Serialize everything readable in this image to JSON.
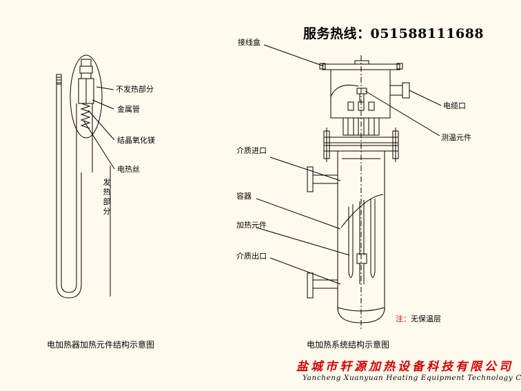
{
  "header": {
    "hotline": "服务热线：051588111688"
  },
  "left_diagram": {
    "labels": {
      "non_heating_part": "不发热部分",
      "metal_tube": "金属管",
      "crystal_mgo": "结晶氧化镁",
      "heating_wire": "电热丝",
      "heating_part": "发热部分"
    },
    "caption": "电加热器加热元件结构示意图"
  },
  "right_diagram": {
    "labels": {
      "junction_box": "接线盒",
      "cable_outlet": "电缆口",
      "temp_element": "测温元件",
      "medium_inlet": "介质进口",
      "vessel": "容器",
      "heating_element": "加热元件",
      "medium_outlet": "介质出口"
    },
    "note_prefix": "注：",
    "note_text": "无保温层",
    "caption": "电加热系统结构示意图"
  },
  "footer": {
    "company_cn": "盐城市轩源加热设备科技有限公司",
    "company_en": "Yancheng Xuanyuan Heating Equipment Technology Co.,Ltd"
  },
  "colors": {
    "background": "#FFFAEE",
    "line": "#000000",
    "accent_red": "#D00000"
  }
}
